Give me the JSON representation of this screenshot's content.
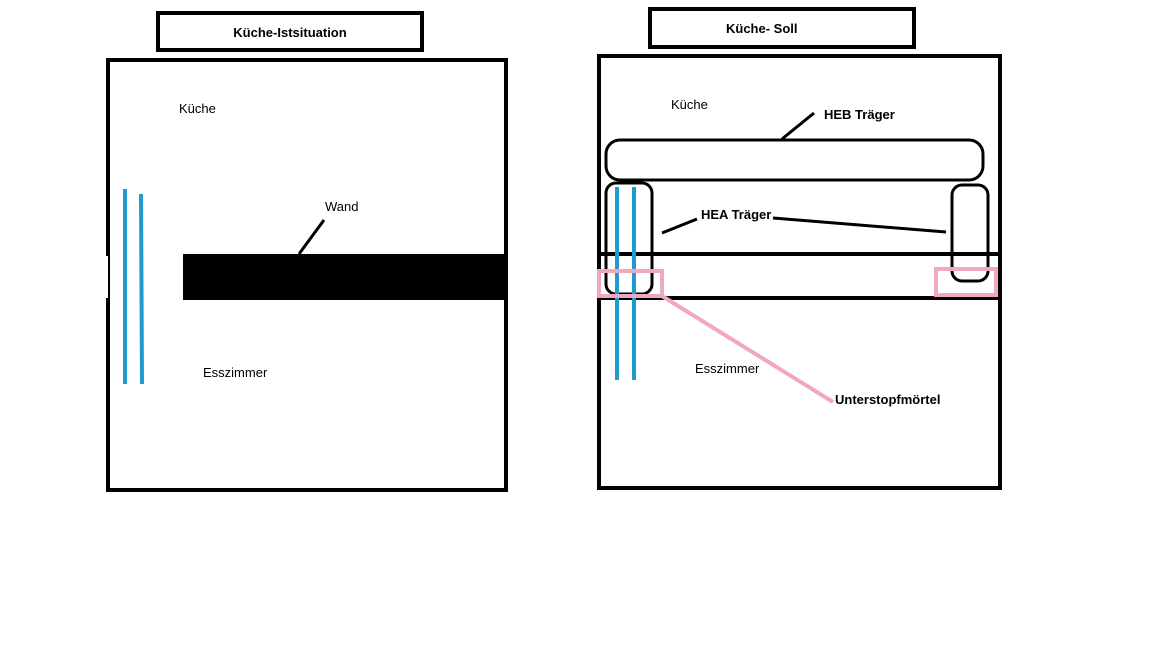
{
  "left_panel": {
    "title": "Küche-Istsituation",
    "kitchen_label": "Küche",
    "wall_label": "Wand",
    "dining_label": "Esszimmer"
  },
  "right_panel": {
    "title": "Küche-  Soll",
    "kitchen_label": "Küche",
    "heb_label": "HEB Träger",
    "hea_label": "HEA Träger",
    "dining_label": "Esszimmer",
    "mortar_label": "Unterstopfmörtel"
  },
  "colors": {
    "outline": "#000000",
    "pipe": "#1f9bd0",
    "mortar": "#f0a8c0"
  }
}
